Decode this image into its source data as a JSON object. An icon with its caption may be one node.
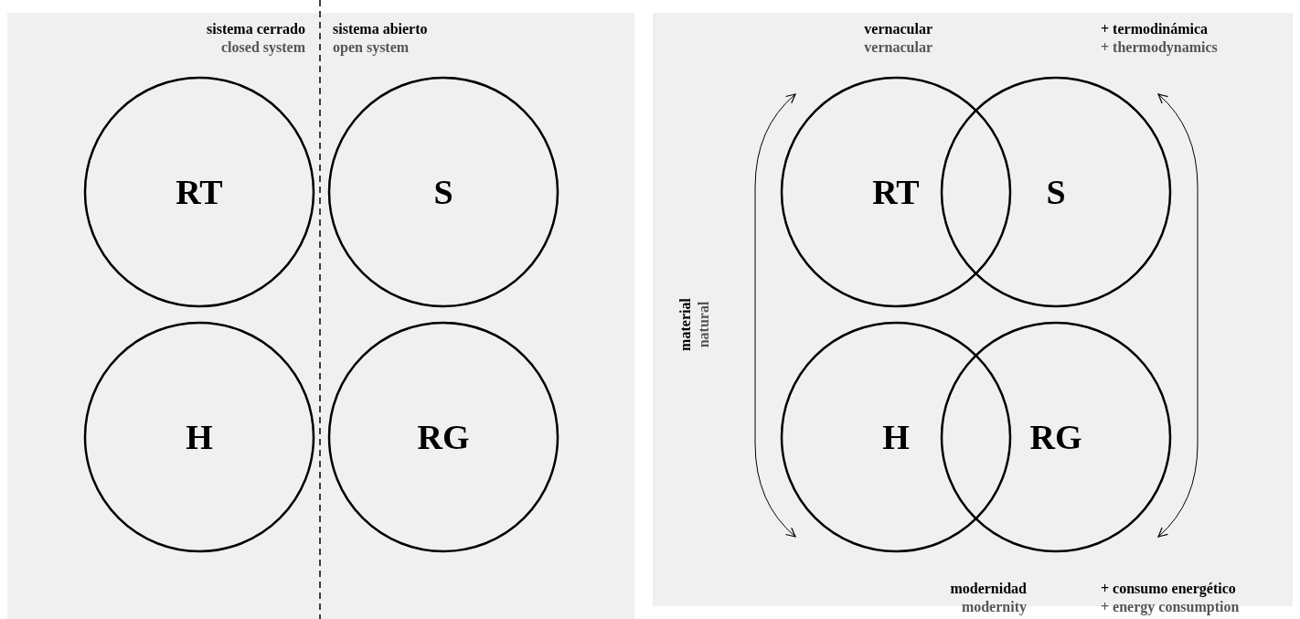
{
  "diagram": {
    "nodes": [
      {
        "text": [
          "RT"
        ]
      },
      {
        "text": [
          "S"
        ]
      },
      {
        "text": [
          "H"
        ]
      },
      {
        "text": [
          "RG"
        ]
      },
      {
        "text": [
          "RT"
        ]
      },
      {
        "text": [
          "S"
        ]
      },
      {
        "text": [
          "H"
        ]
      },
      {
        "text": [
          "RG"
        ]
      }
    ],
    "edges": [],
    "labels": [
      "sistema cerrado",
      "closed system",
      "sistema abierto",
      "open system",
      "vernacular",
      "vernacular",
      "+ termodinámica",
      "+ thermodynamics",
      "material",
      "natural",
      "modernidad",
      "modernity",
      "+ consumo energético",
      "+ energy consumption"
    ]
  }
}
